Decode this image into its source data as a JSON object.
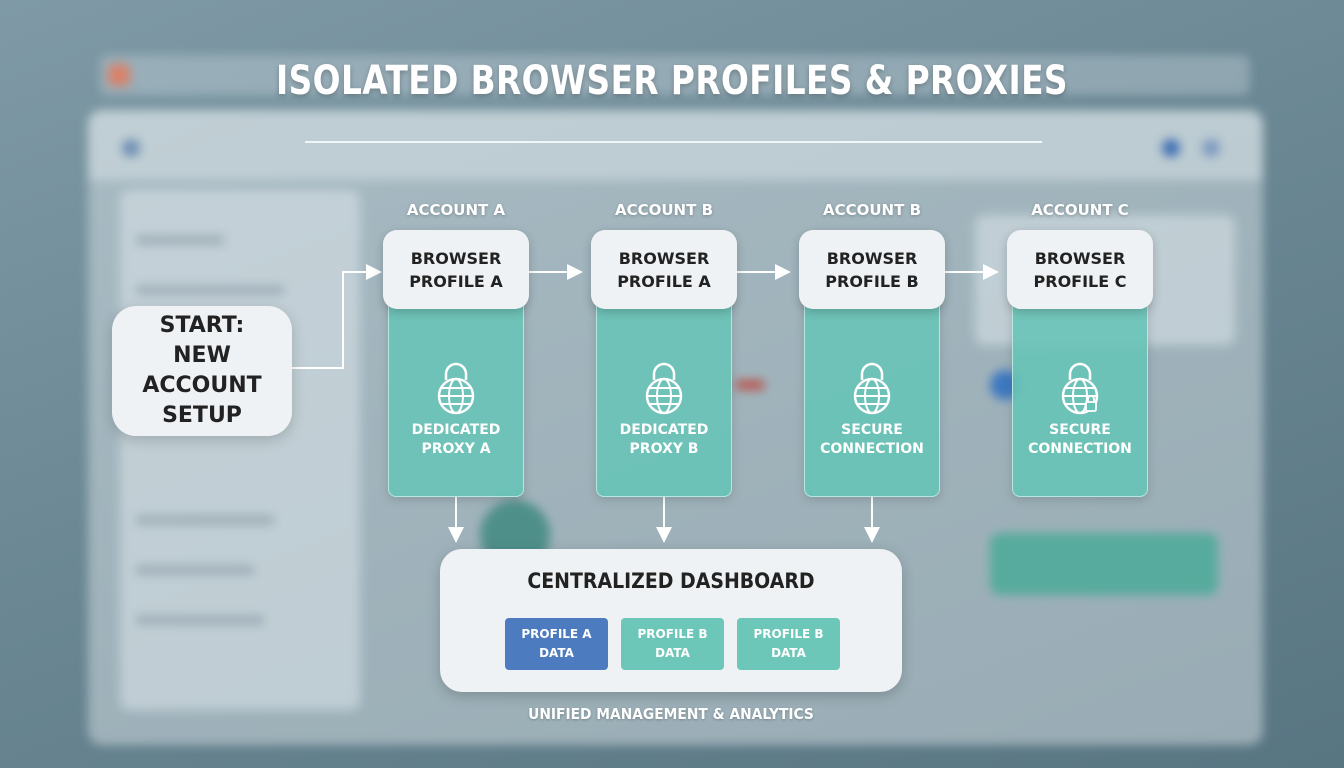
{
  "title": "ISOLATED BROWSER PROFILES & PROXIES",
  "start": {
    "label": "START:\nNEW ACCOUNT\nSETUP"
  },
  "columns": [
    {
      "account": "ACCOUNT A",
      "profile": "BROWSER\nPROFILE A",
      "proxy": "DEDICATED\nPROXY A",
      "icon": "globe-icon"
    },
    {
      "account": "ACCOUNT B",
      "profile": "BROWSER\nPROFILE A",
      "proxy": "DEDICATED\nPROXY B",
      "icon": "globe-icon"
    },
    {
      "account": "ACCOUNT B",
      "profile": "BROWSER\nPROFILE B",
      "proxy": "SECURE\nCONNECTION",
      "icon": "globe-icon"
    },
    {
      "account": "ACCOUNT C",
      "profile": "BROWSER\nPROFILE C",
      "proxy": "SECURE\nCONNECTION",
      "icon": "globe-lock-icon"
    }
  ],
  "dashboard": {
    "title": "CENTRALIZED DASHBOARD",
    "chips": [
      {
        "label": "PROFILE A\nDATA",
        "color": "#4d7bc0"
      },
      {
        "label": "PROFILE B\nDATA",
        "color": "#6cc7b8"
      },
      {
        "label": "PROFILE B\nDATA",
        "color": "#6cc7b8"
      }
    ]
  },
  "footer": "UNIFIED MANAGEMENT & ANALYTICS",
  "colors": {
    "teal": "#66c4b6",
    "blue": "#4d7bc0",
    "box": "#eef2f4"
  }
}
